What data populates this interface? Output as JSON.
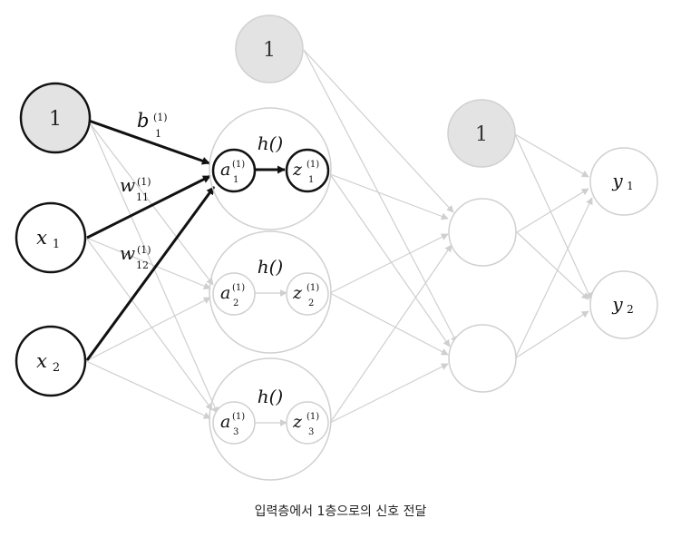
{
  "caption": "입력층에서 1층으로의 신호 전달",
  "input_layer": {
    "bias": "1",
    "x1": {
      "base": "x",
      "sub": "1"
    },
    "x2": {
      "base": "x",
      "sub": "2"
    }
  },
  "hidden_layer": {
    "bias": "1",
    "activation": "h()",
    "neurons": [
      {
        "a": "a",
        "a_sup": "(1)",
        "a_sub": "1",
        "z": "z",
        "z_sup": "(1)",
        "z_sub": "1"
      },
      {
        "a": "a",
        "a_sup": "(1)",
        "a_sub": "2",
        "z": "z",
        "z_sup": "(1)",
        "z_sub": "2"
      },
      {
        "a": "a",
        "a_sup": "(1)",
        "a_sub": "3",
        "z": "z",
        "z_sup": "(1)",
        "z_sub": "3"
      }
    ]
  },
  "second_layer": {
    "bias": "1"
  },
  "output_layer": [
    {
      "base": "y",
      "sub": "1"
    },
    {
      "base": "y",
      "sub": "2"
    }
  ],
  "weights": {
    "b": {
      "base": "b",
      "sup": "(1)",
      "sub": "1"
    },
    "w11": {
      "base": "w",
      "sup": "(1)",
      "sub": "11"
    },
    "w12": {
      "base": "w",
      "sup": "(1)",
      "sub": "12"
    }
  }
}
